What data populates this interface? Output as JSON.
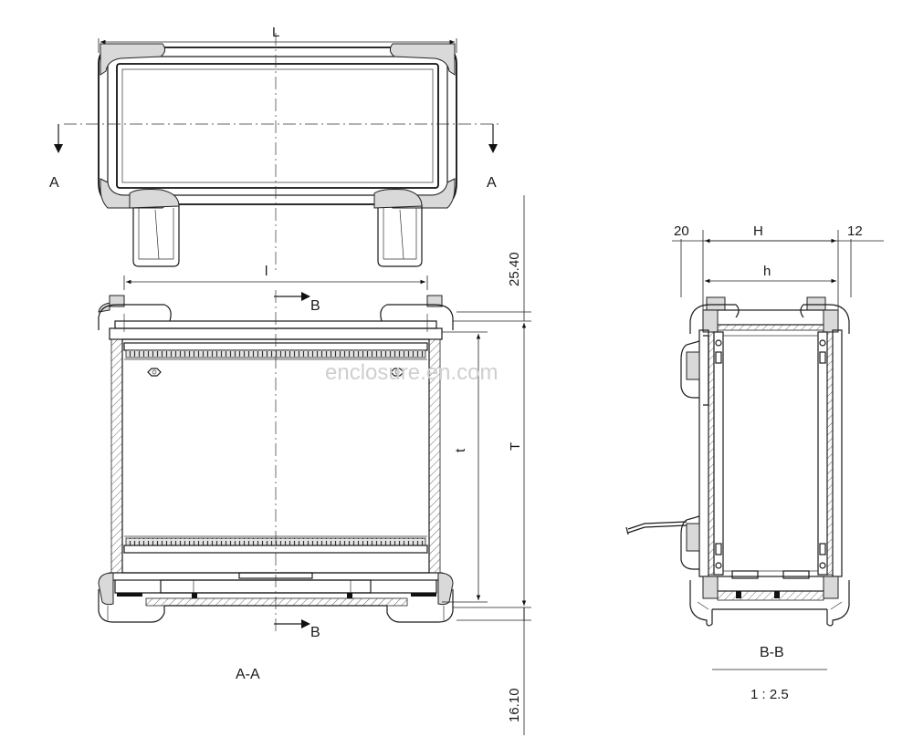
{
  "views": {
    "top_section_label_left": "A",
    "top_section_label_right": "A",
    "section_b_top": "B",
    "section_b_bottom": "B",
    "view_aa_title": "A-A",
    "view_bb_title": "B-B",
    "scale": "1 : 2.5"
  },
  "dimensions": {
    "L": "L",
    "l": "l",
    "t": "t",
    "T": "T",
    "H": "H",
    "h": "h",
    "d20": "20",
    "d12": "12",
    "d2540": "25.40",
    "d1610": "16.10"
  },
  "watermark": "enclosure.en.com"
}
